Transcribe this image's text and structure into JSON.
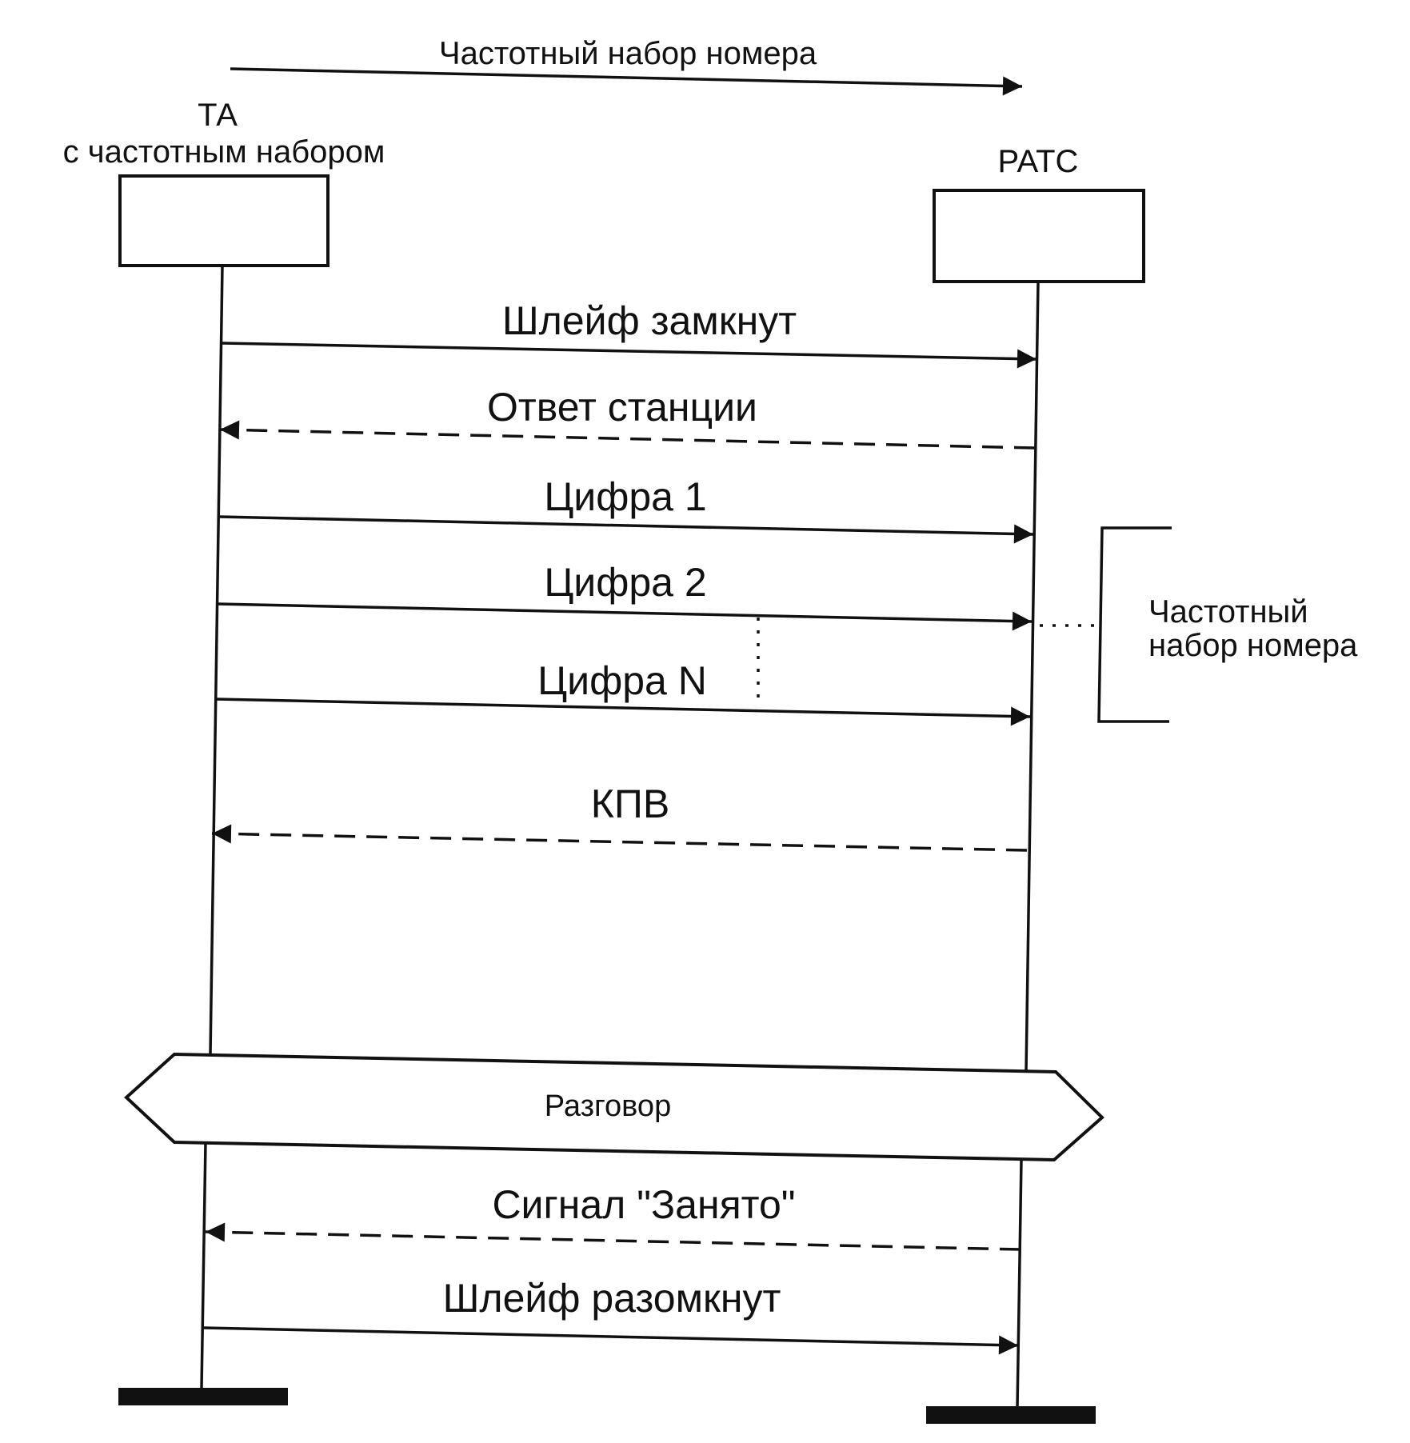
{
  "header": {
    "direction_label": "Частотный набор номера"
  },
  "participants": {
    "ta_line1": "ТА",
    "ta_line2": "с частотным набором",
    "ratc": "РАТС"
  },
  "messages": {
    "loop_closed": "Шлейф замкнут",
    "station_answer": "Ответ станции",
    "digit_1": "Цифра 1",
    "digit_2": "Цифра 2",
    "digit_n": "Цифра N",
    "kpv": "КПВ",
    "busy_signal": "Сигнал \"Занято\"",
    "loop_open": "Шлейф разомкнут"
  },
  "bracket": {
    "line1": "Частотный",
    "line2": "набор номера"
  },
  "conversation": {
    "label": "Разговор"
  }
}
